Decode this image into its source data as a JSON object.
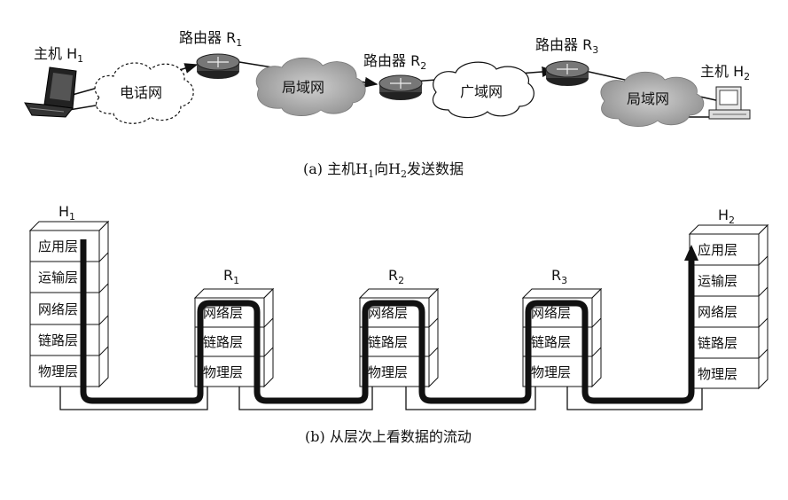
{
  "part_a": {
    "host1": {
      "label": "主机 H",
      "sub": "1"
    },
    "host2": {
      "label": "主机 H",
      "sub": "2"
    },
    "router1": {
      "label": "路由器 R",
      "sub": "1"
    },
    "router2": {
      "label": "路由器 R",
      "sub": "2"
    },
    "router3": {
      "label": "路由器 R",
      "sub": "3"
    },
    "cloud_phone": "电话网",
    "cloud_lan1": "局域网",
    "cloud_wan": "广域网",
    "cloud_lan2": "局域网",
    "caption": {
      "prefix": "(a) 主机H",
      "sub1": "1",
      "mid": "向H",
      "sub2": "2",
      "suffix": "发送数据"
    }
  },
  "part_b": {
    "h1": {
      "label": "H",
      "sub": "1"
    },
    "h2": {
      "label": "H",
      "sub": "2"
    },
    "r1": {
      "label": "R",
      "sub": "1"
    },
    "r2": {
      "label": "R",
      "sub": "2"
    },
    "r3": {
      "label": "R",
      "sub": "3"
    },
    "host_layers": [
      "应用层",
      "运输层",
      "网络层",
      "链路层",
      "物理层"
    ],
    "router_layers": [
      "网络层",
      "链路层",
      "物理层"
    ],
    "caption": "(b) 从层次上看数据的流动"
  }
}
